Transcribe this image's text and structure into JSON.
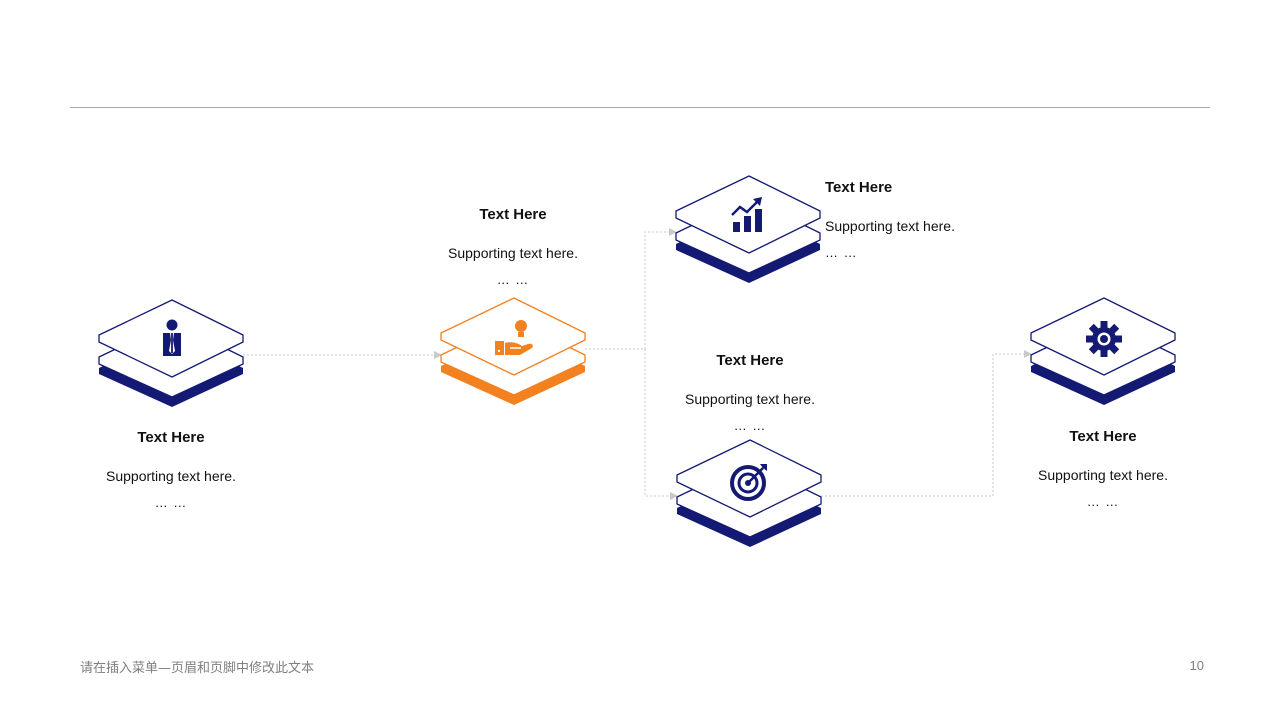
{
  "colors": {
    "navy": "#141a73",
    "orange": "#f4811f",
    "line": "#c9c9c9",
    "divider": "#a6a6a6"
  },
  "nodes": [
    {
      "id": "n1",
      "icon": "businessman-icon",
      "title": "Text Here",
      "support": "Supporting  text here.",
      "dots": "… …"
    },
    {
      "id": "n2",
      "icon": "lightbulb-hand-icon",
      "title": "Text Here",
      "support": "Supporting  text here.",
      "dots": "… …",
      "highlight": true
    },
    {
      "id": "n3",
      "icon": "growth-chart-icon",
      "title": "Text Here",
      "support": "Supporting  text here.",
      "dots": "… …"
    },
    {
      "id": "n4",
      "icon": "target-icon",
      "title": "Text Here",
      "support": "Supporting  text here.",
      "dots": "… …"
    },
    {
      "id": "n5",
      "icon": "gear-icon",
      "title": "Text Here",
      "support": "Supporting  text here.",
      "dots": "… …"
    }
  ],
  "footer": {
    "text": "请在插入菜单—页眉和页脚中修改此文本",
    "page_number": "10"
  }
}
